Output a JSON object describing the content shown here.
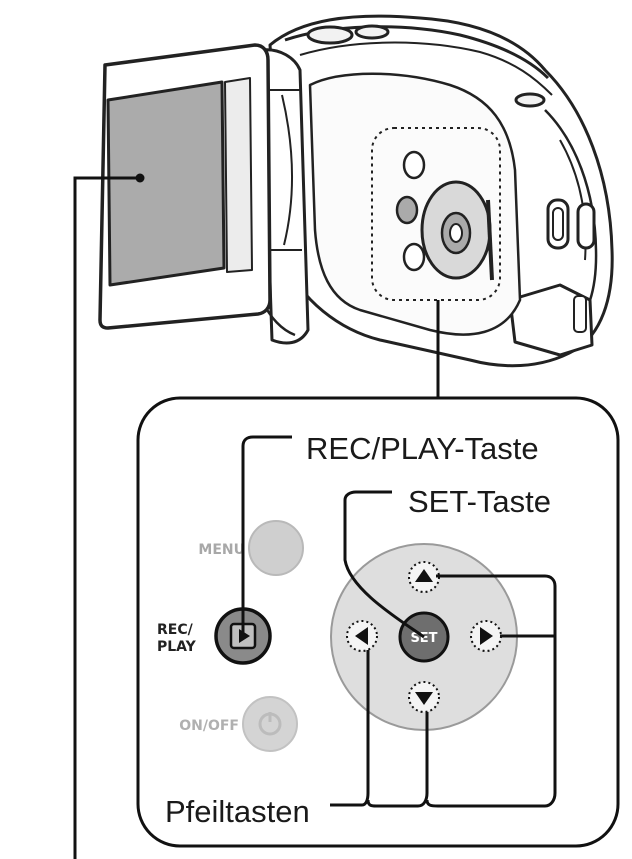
{
  "labels": {
    "rec_play_key": "REC/PLAY-Taste",
    "set_key": "SET-Taste",
    "arrow_keys": "Pfeiltasten"
  },
  "buttons": {
    "menu": "MENU",
    "rec_play_line1": "REC/",
    "rec_play_line2": "PLAY",
    "on_off": "ON/OFF",
    "set": "SET"
  }
}
